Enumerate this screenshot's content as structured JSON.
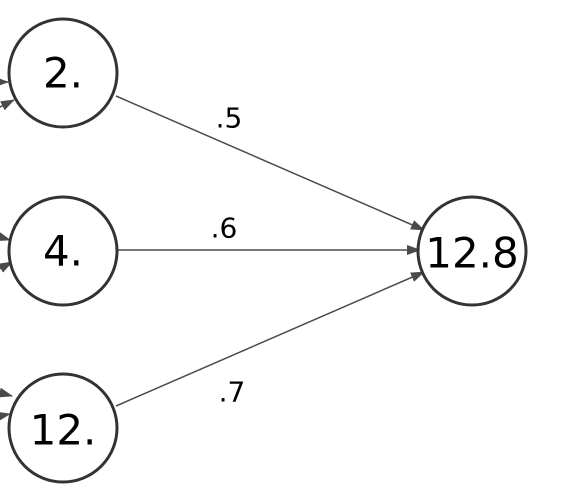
{
  "diagram": {
    "input_nodes": [
      {
        "id": "n1",
        "label": "2."
      },
      {
        "id": "n2",
        "label": "4."
      },
      {
        "id": "n3",
        "label": "12."
      }
    ],
    "output_node": {
      "id": "out",
      "label": "12.8"
    },
    "edges": [
      {
        "from": "n1",
        "to": "out",
        "weight": ".5"
      },
      {
        "from": "n2",
        "to": "out",
        "weight": ".6"
      },
      {
        "from": "n3",
        "to": "out",
        "weight": ".7"
      }
    ],
    "colors": {
      "node_stroke": "#333333",
      "edge_stroke": "#4a4a4a",
      "text": "#000000",
      "background": "#ffffff"
    }
  }
}
